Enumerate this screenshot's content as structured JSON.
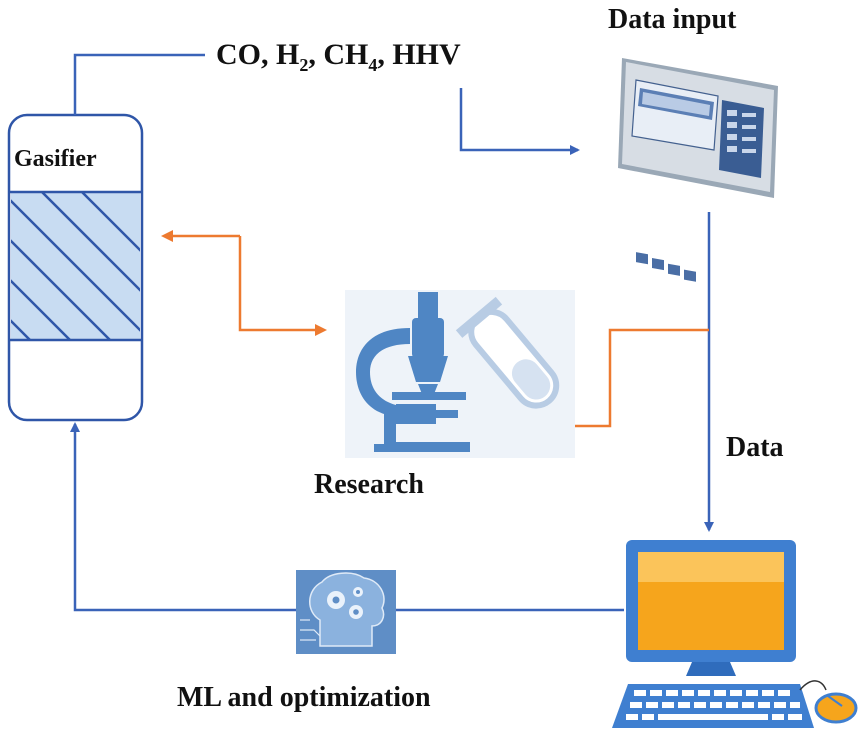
{
  "labels": {
    "gasifier": "Gasifier",
    "gases": {
      "co": "CO, H",
      "h2_sub": "2",
      "ch4_prefix": ",  CH",
      "ch4_sub": "4",
      "hhv": ", HHV"
    },
    "data_input": "Data input",
    "data": "Data",
    "research": "Research",
    "ml": "ML and optimization"
  },
  "colors": {
    "blue_line": "#3a63b8",
    "orange_line": "#ed7a30",
    "gasifier_fill": "#c8dcf2",
    "icon_blue": "#4f86c4",
    "icon_light": "#b8cce4",
    "monitor_screen": "#f6a51c",
    "monitor_frame": "#3f7fd0",
    "mouse_orange": "#f6a51c"
  },
  "icons": [
    "gasifier-reactor",
    "control-panel-icon",
    "microscope-icon",
    "test-tube-icon",
    "ai-brain-gears-icon",
    "computer-icon"
  ]
}
